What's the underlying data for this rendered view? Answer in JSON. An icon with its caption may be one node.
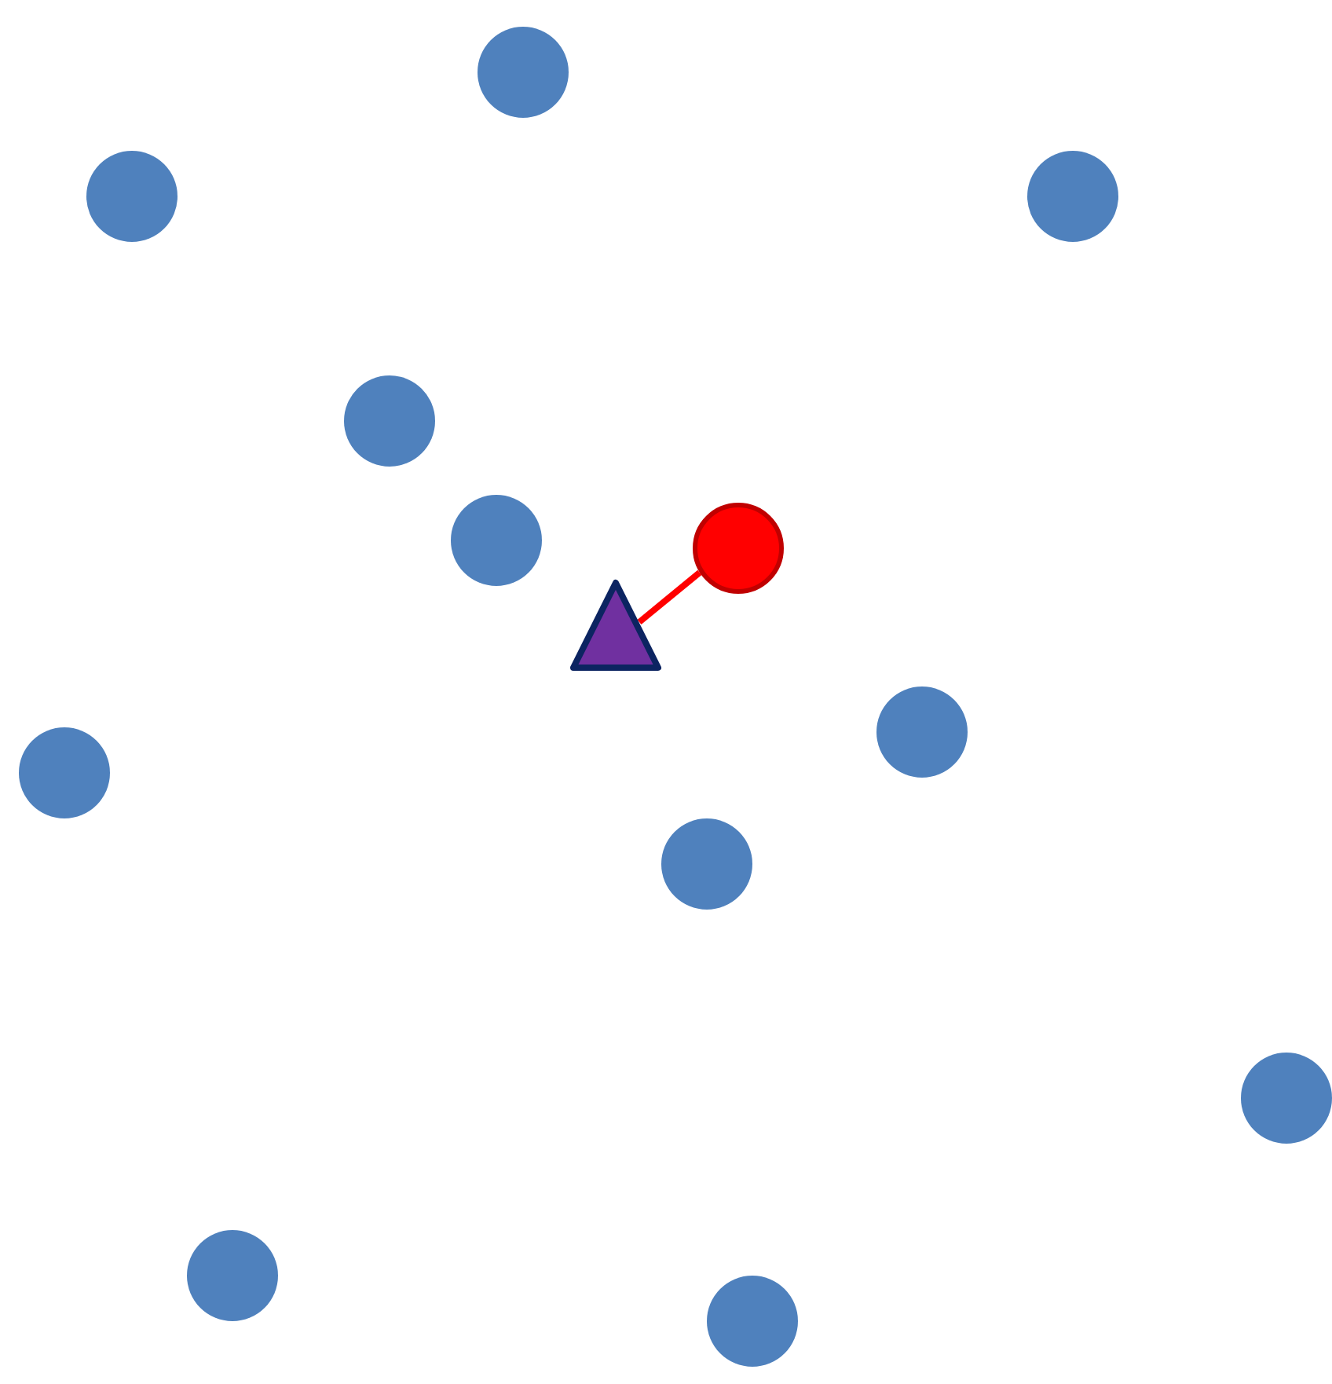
{
  "diagram": {
    "nodes": [
      {
        "text": [],
        "shape": "circle"
      },
      {
        "text": [],
        "shape": "circle"
      },
      {
        "text": [],
        "shape": "circle"
      },
      {
        "text": [],
        "shape": "circle"
      },
      {
        "text": [],
        "shape": "circle"
      },
      {
        "text": [],
        "shape": "circle"
      },
      {
        "text": [],
        "shape": "triangle"
      },
      {
        "text": [],
        "shape": "circle"
      },
      {
        "text": [],
        "shape": "circle"
      },
      {
        "text": [],
        "shape": "circle"
      },
      {
        "text": [],
        "shape": "circle"
      },
      {
        "text": [],
        "shape": "circle"
      },
      {
        "text": [],
        "shape": "circle"
      }
    ],
    "edges": [
      {
        "from": 6,
        "to": 5,
        "arrow": "none"
      }
    ]
  }
}
